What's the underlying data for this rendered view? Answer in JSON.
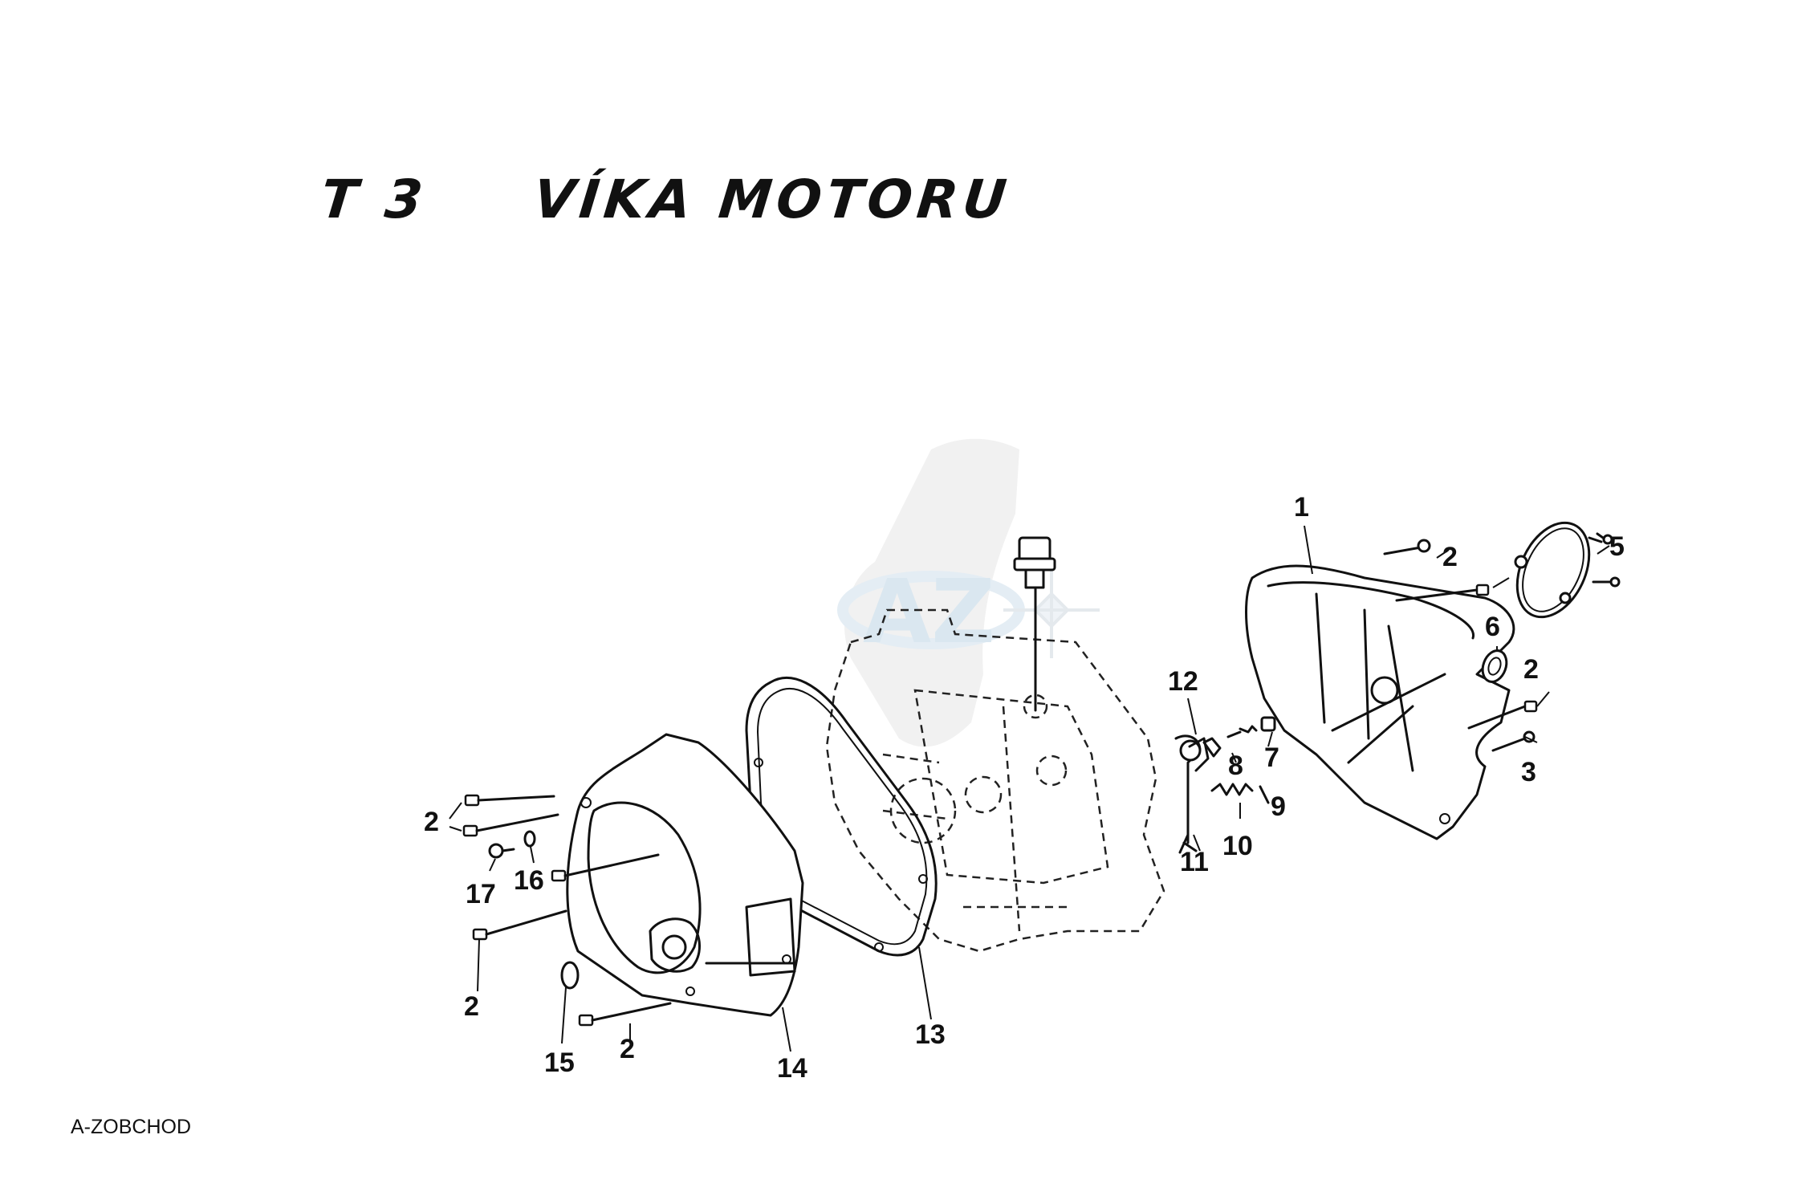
{
  "header": {
    "code": "T 3",
    "name": "VÍKA MOTORU"
  },
  "footer": {
    "label": "A-ZOBCHOD"
  },
  "watermark": {
    "text": "AZ",
    "color": "#bcd4e4"
  },
  "callouts": [
    {
      "id": "c1",
      "text": "1"
    },
    {
      "id": "c2a",
      "text": "2"
    },
    {
      "id": "c2b",
      "text": "2"
    },
    {
      "id": "c2c",
      "text": "2"
    },
    {
      "id": "c2d",
      "text": "2"
    },
    {
      "id": "c2e",
      "text": "2"
    },
    {
      "id": "c3",
      "text": "3"
    },
    {
      "id": "c5",
      "text": "5"
    },
    {
      "id": "c6",
      "text": "6"
    },
    {
      "id": "c7",
      "text": "7"
    },
    {
      "id": "c8",
      "text": "8"
    },
    {
      "id": "c9",
      "text": "9"
    },
    {
      "id": "c10",
      "text": "10"
    },
    {
      "id": "c11",
      "text": "11"
    },
    {
      "id": "c12",
      "text": "12"
    },
    {
      "id": "c13",
      "text": "13"
    },
    {
      "id": "c14",
      "text": "14"
    },
    {
      "id": "c15",
      "text": "15"
    },
    {
      "id": "c16",
      "text": "16"
    },
    {
      "id": "c17",
      "text": "17"
    }
  ]
}
